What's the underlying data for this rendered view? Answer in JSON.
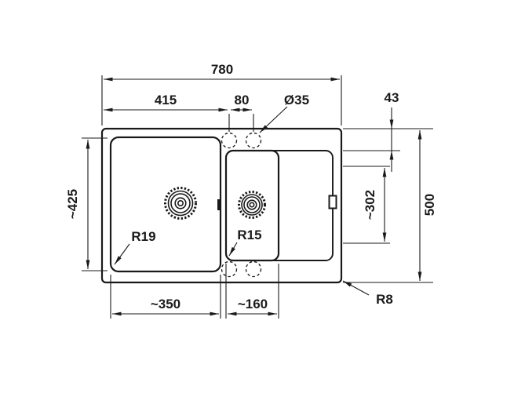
{
  "diagram": {
    "type": "technical-dimension-drawing",
    "subject": "double-bowl kitchen sink with drainer, top view",
    "colors": {
      "line": "#1a1a1a",
      "background": "#ffffff"
    },
    "dims": {
      "overall_width": "780",
      "tap_offset": "415",
      "tap_pitch": "80",
      "tap_diameter": "Ø35",
      "edge_to_step": "43",
      "left_bowl_depth": "~425",
      "right_bowl_depth": "~302",
      "overall_depth": "500",
      "left_bowl_width": "~350",
      "right_bowl_width": "~160",
      "radius_left_bowl": "R19",
      "radius_right_bowl": "R15",
      "radius_outer": "R8"
    }
  }
}
